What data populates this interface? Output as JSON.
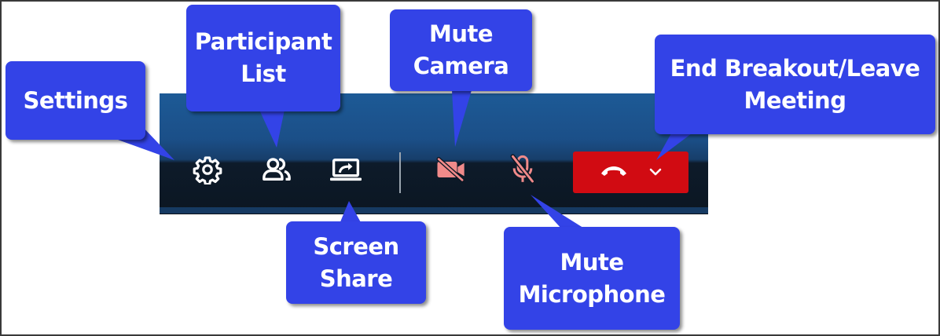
{
  "callouts": {
    "settings": "Settings",
    "participant_list": "Participant\nList",
    "mute_camera": "Mute\nCamera",
    "end_breakout": "End Breakout/Leave\nMeeting",
    "screen_share": "Screen\nShare",
    "mute_microphone": "Mute\nMicrophone"
  },
  "toolbar": {
    "buttons": [
      {
        "name": "settings-button",
        "icon": "gear-icon"
      },
      {
        "name": "participant-list-button",
        "icon": "people-icon"
      },
      {
        "name": "screen-share-button",
        "icon": "screen-share-icon"
      },
      {
        "name": "mute-camera-button",
        "icon": "camera-off-icon",
        "state": "muted"
      },
      {
        "name": "mute-microphone-button",
        "icon": "microphone-off-icon",
        "state": "muted"
      },
      {
        "name": "end-call-button",
        "icon": "hang-up-icon",
        "dropdown_icon": "chevron-down-icon"
      }
    ]
  },
  "colors": {
    "callout": "#3343e7",
    "toolbar_top": "#1d5a96",
    "toolbar_bottom": "#0c1622",
    "muted_icon": "#f08a8a",
    "end_button": "#d10b12"
  }
}
